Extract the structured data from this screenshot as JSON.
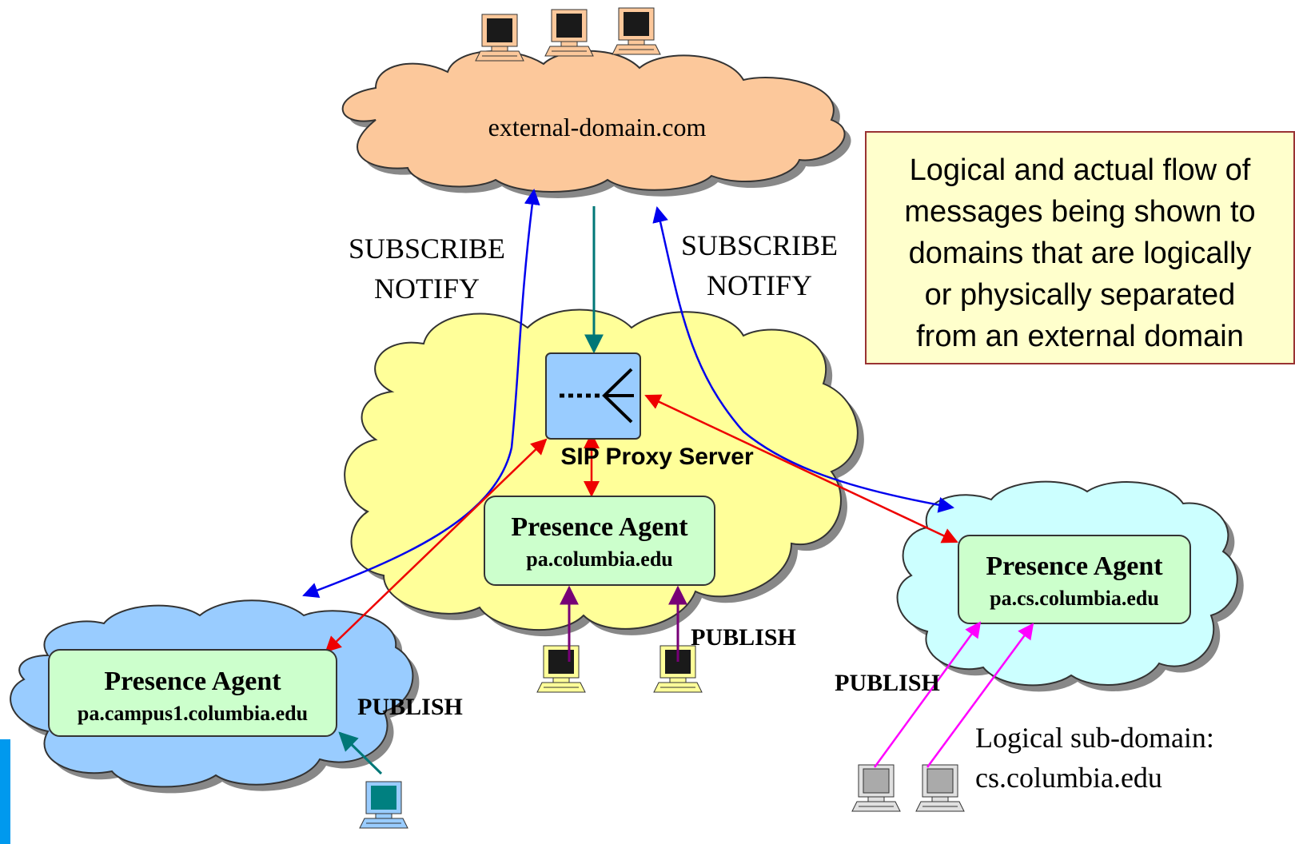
{
  "clouds": {
    "external": {
      "label": "external-domain.com",
      "fill": "#fcc89b"
    },
    "main": {
      "fill": "#ffff99"
    },
    "campus1": {
      "fill": "#99ccff"
    },
    "cs": {
      "fill": "#ccffff"
    }
  },
  "proxy": {
    "label": "SIP Proxy Server",
    "fill": "#99ccff"
  },
  "agents": {
    "main": {
      "title": "Presence Agent",
      "host": "pa.columbia.edu"
    },
    "campus1": {
      "title": "Presence Agent",
      "host": "pa.campus1.columbia.edu"
    },
    "cs": {
      "title": "Presence Agent",
      "host": "pa.cs.columbia.edu"
    },
    "fill": "#ccffcc"
  },
  "messages": {
    "left": {
      "line1": "SUBSCRIBE",
      "line2": "NOTIFY"
    },
    "right": {
      "line1": "SUBSCRIBE",
      "line2": "NOTIFY"
    },
    "publish_main": "PUBLISH",
    "publish_campus1": "PUBLISH",
    "publish_cs": "PUBLISH"
  },
  "note": {
    "lines": [
      "Logical and actual flow of",
      "messages being shown to",
      "domains that are logically",
      "or physically separated",
      "from an external domain"
    ],
    "fill": "#ffffcc",
    "border": "#993333"
  },
  "subdomain": {
    "line1": "Logical sub-domain:",
    "line2": "cs.columbia.edu"
  },
  "colors": {
    "blue_arrow": "#0000ee",
    "red_arrow": "#ee0000",
    "teal_arrow": "#007777",
    "purple_arrow": "#770077",
    "magenta_arrow": "#ff00ff",
    "left_bar": "#0099ee"
  },
  "icons": {
    "computer": "computer-icon",
    "proxy": "sip-proxy-icon"
  }
}
